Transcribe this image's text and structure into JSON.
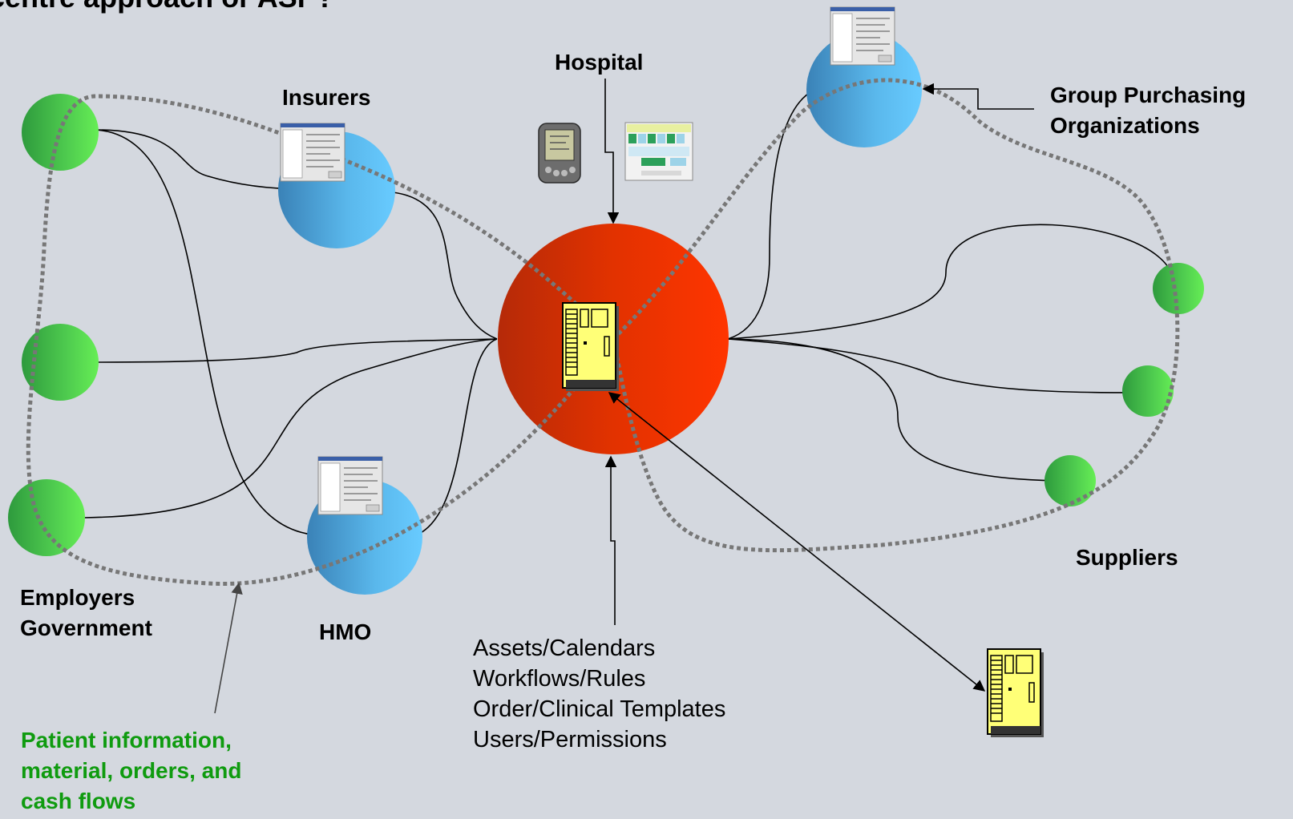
{
  "title": "centre approach or ASP?",
  "labels": {
    "insurers": "Insurers",
    "hospital": "Hospital",
    "gpo_line1": "Group Purchasing",
    "gpo_line2": "Organizations",
    "suppliers": "Suppliers",
    "employers": "Employers",
    "government": "Government",
    "hmo": "HMO",
    "flows_line1": "Patient information,",
    "flows_line2": "material, orders, and",
    "flows_line3": "cash flows",
    "config_line1": "Assets/Calendars",
    "config_line2": "Workflows/Rules",
    "config_line3": "Order/Clinical Templates",
    "config_line4": "Users/Permissions"
  },
  "colors": {
    "background": "#d4d8df",
    "hub": "#ff3300",
    "partner_node": "#5bbef0",
    "endpoint_node": "#55d655",
    "server": "#ffff77",
    "flow_loop": "#777777",
    "flows_label": "#0f9b0f"
  },
  "icons": {
    "hub_server": "server-icon",
    "remote_server": "server-icon",
    "handheld": "pda-icon",
    "screens": "application-window-icon"
  }
}
